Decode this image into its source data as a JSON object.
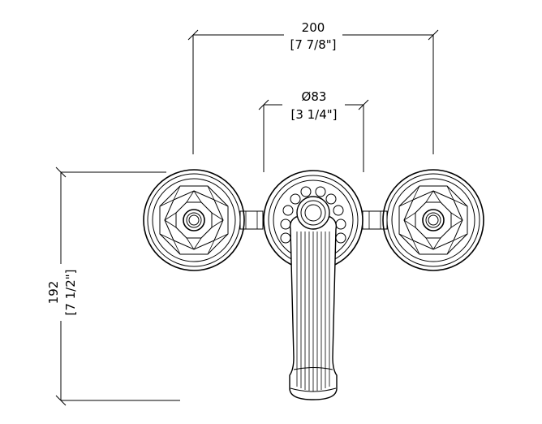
{
  "dimensions": {
    "overall_width": {
      "metric": "200",
      "imperial": "[7 7/8\"]"
    },
    "spout_diameter": {
      "metric": "Ø83",
      "imperial": "[3 1/4\"]"
    },
    "overall_height": {
      "metric": "192",
      "imperial": "[7 1/2\"]"
    }
  }
}
